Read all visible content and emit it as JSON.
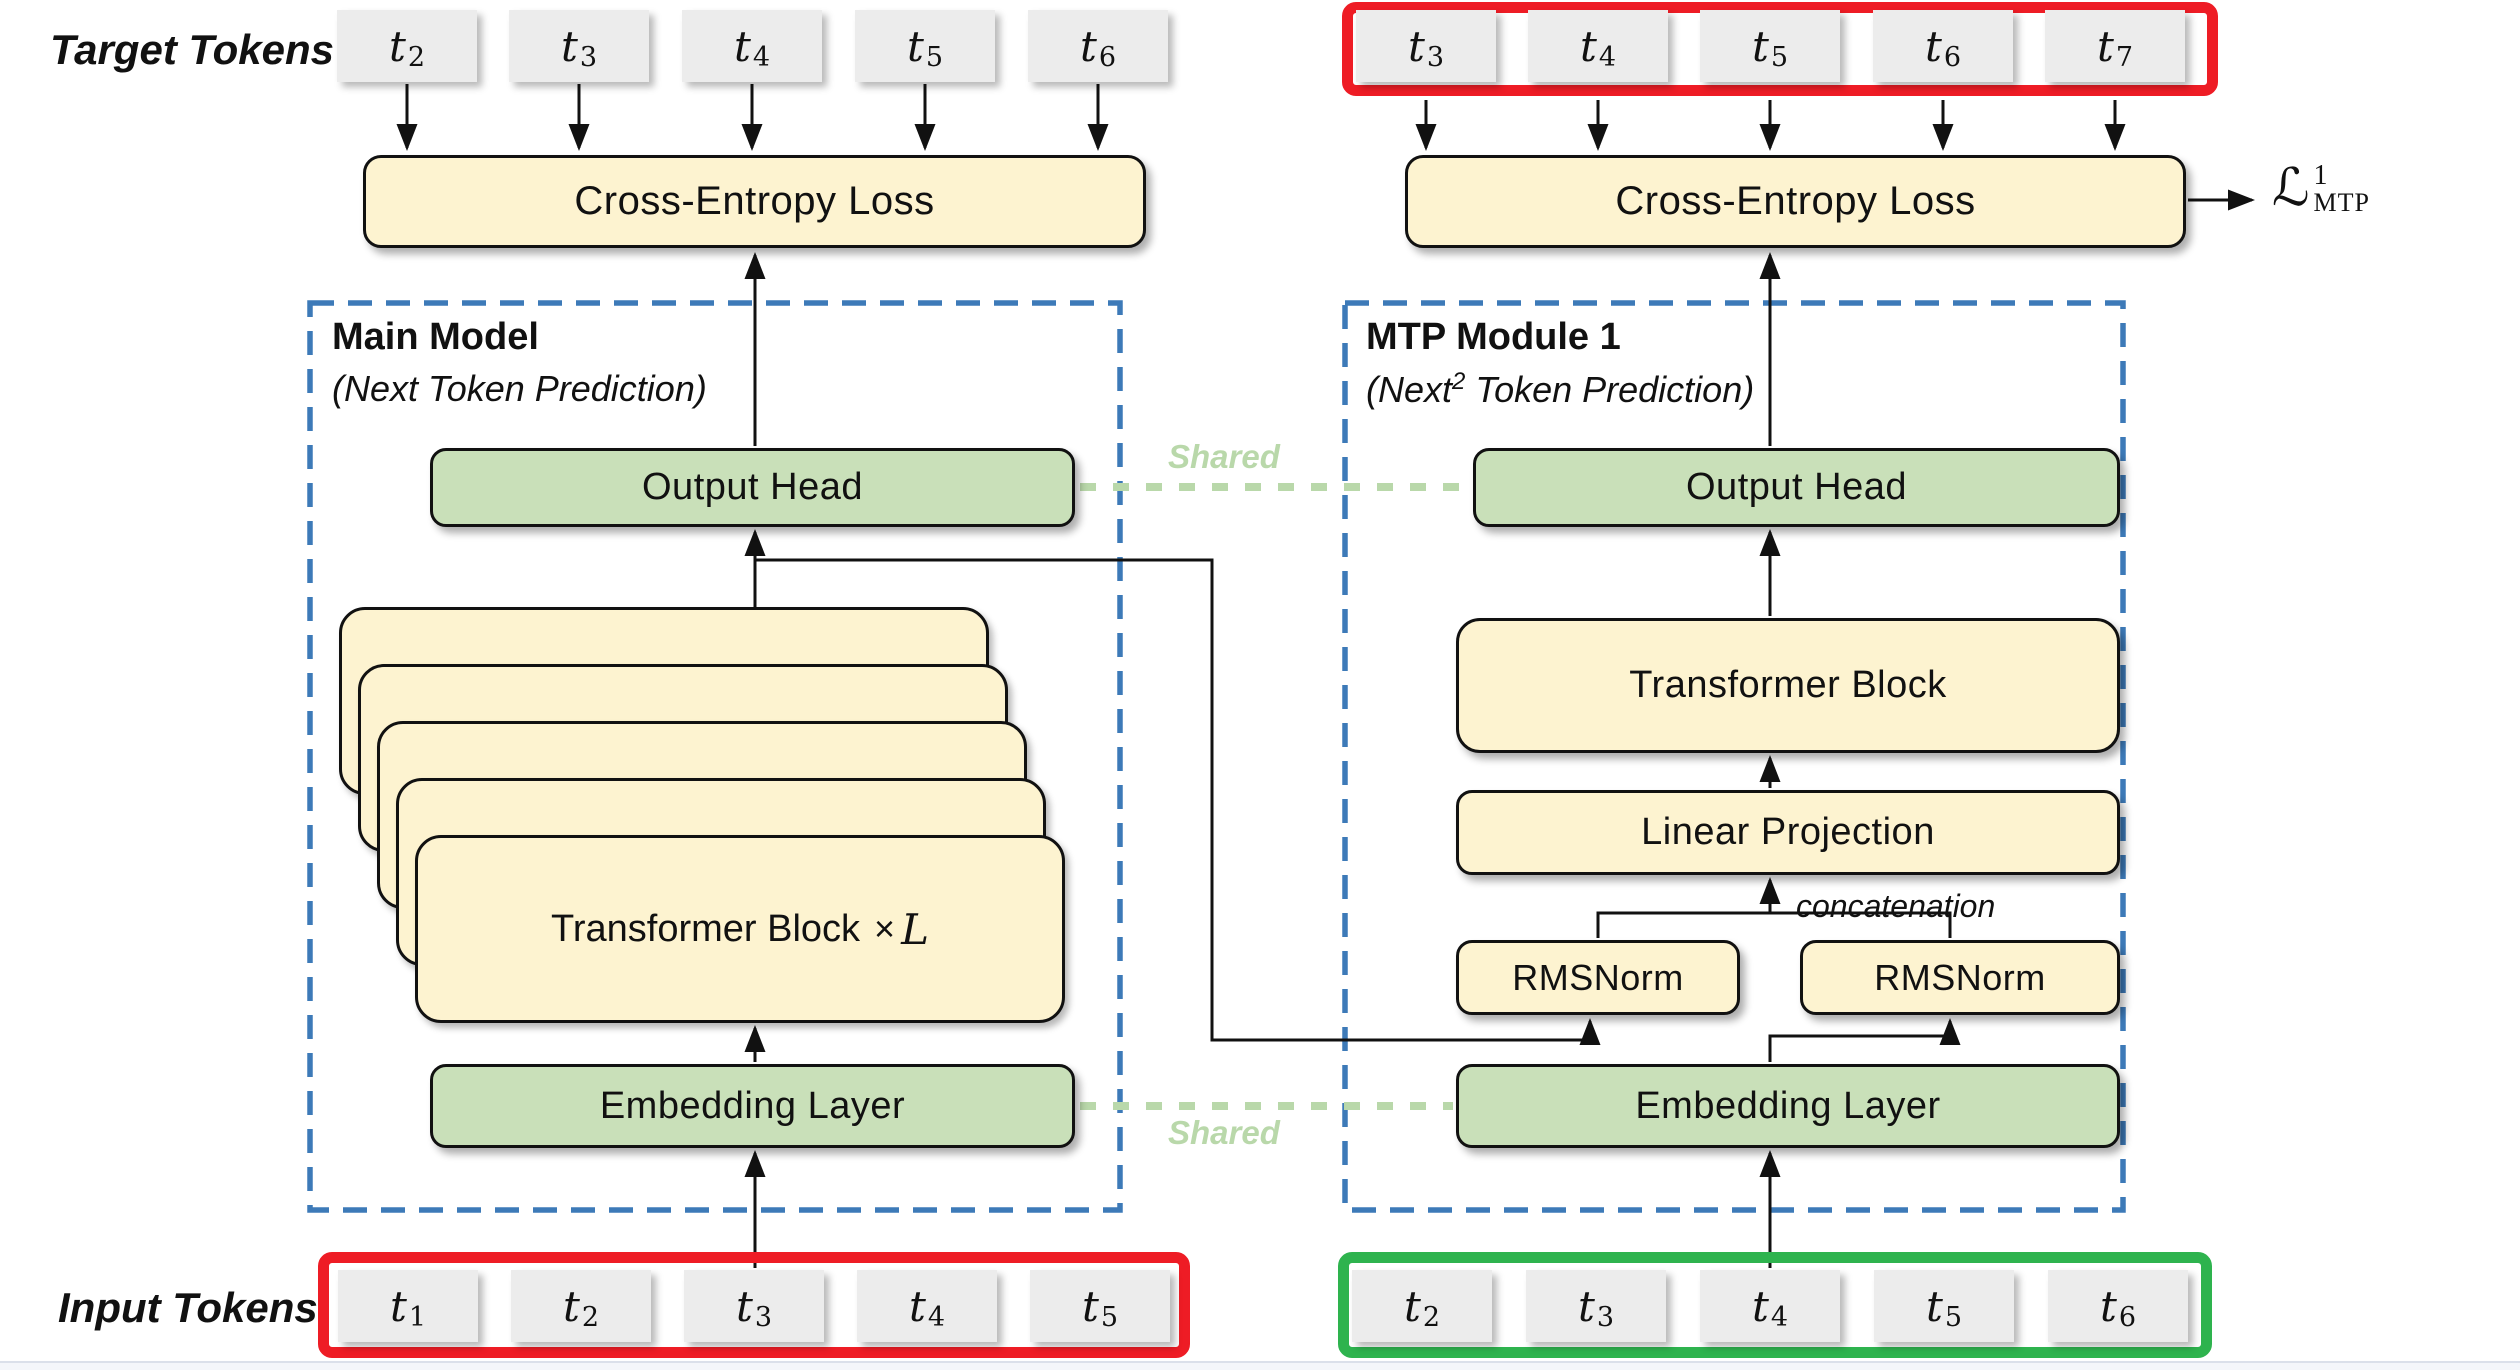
{
  "labels": {
    "target_tokens": "Target Tokens",
    "input_tokens": "Input Tokens",
    "shared_top": "Shared",
    "shared_bottom": "Shared",
    "concatenation": "concatenation"
  },
  "tokens": {
    "base": "t",
    "target_left": [
      "2",
      "3",
      "4",
      "5",
      "6"
    ],
    "target_right": [
      "3",
      "4",
      "5",
      "6",
      "7"
    ],
    "input_left": [
      "1",
      "2",
      "3",
      "4",
      "5"
    ],
    "input_right": [
      "2",
      "3",
      "4",
      "5",
      "6"
    ]
  },
  "main_model": {
    "title": "Main Model",
    "subtitle": "(Next Token Prediction)",
    "cross_entropy_label": "Cross-Entropy Loss",
    "output_head_label": "Output Head",
    "transformer_block_label": "Transformer Block",
    "transformer_block_mult": "×",
    "transformer_block_mult_var": "L",
    "embedding_label": "Embedding Layer"
  },
  "mtp_module": {
    "title": "MTP Module 1",
    "subtitle_prefix": "(Next",
    "subtitle_sup": "2",
    "subtitle_suffix": " Token Prediction)",
    "cross_entropy_label": "Cross-Entropy Loss",
    "output_head_label": "Output Head",
    "transformer_block_label": "Transformer Block",
    "linear_projection_label": "Linear Projection",
    "rmsnorm_left_label": "RMSNorm",
    "rmsnorm_right_label": "RMSNorm",
    "embedding_label": "Embedding Layer",
    "loss_symbol": "ℒ",
    "loss_sup": "1",
    "loss_sub": "MTP"
  },
  "colors": {
    "box_yellow": "#fdf3d0",
    "box_green": "#c9e0b9",
    "token_gray": "#ececec",
    "accent_red": "#ee1c25",
    "accent_green": "#2eb34e",
    "dashed_blue": "#3d7ab8",
    "shared_green": "#b9d8aa",
    "line_black": "#111111"
  }
}
